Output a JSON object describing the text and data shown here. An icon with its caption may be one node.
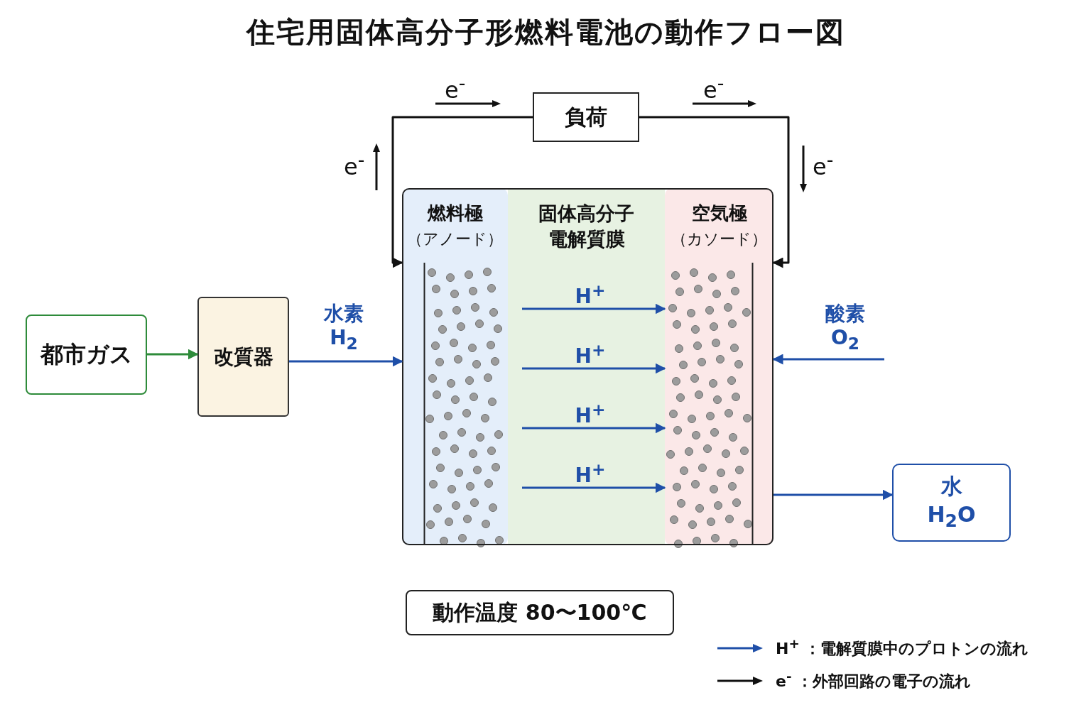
{
  "diagram": {
    "title": "住宅用固体高分子形燃料電池の動作フロー図",
    "nodes": [
      {
        "text": [
          "都市ガス"
        ]
      },
      {
        "text": [
          "改質器"
        ]
      },
      {
        "text": [
          "燃料極",
          "（アノード）"
        ]
      },
      {
        "text": [
          "固体高分子電解質膜"
        ]
      },
      {
        "text": [
          "空気極",
          "（カソード）"
        ]
      },
      {
        "text": [
          "負荷"
        ]
      },
      {
        "text": [
          "水",
          "H$_{2}$O"
        ]
      },
      {
        "text": [
          "動作温度 80〜100℃"
        ]
      }
    ],
    "edges": [
      {
        "from": 0,
        "to": 1,
        "arrow": "to",
        "color": "#2e8b3a"
      },
      {
        "from": 1,
        "to": 2,
        "arrow": "to",
        "label": "水素 H$_{2}$"
      },
      {
        "from": null,
        "to": 4,
        "arrow": "to",
        "label": "酸素 O$_{2}$"
      },
      {
        "from": 3,
        "to": 4,
        "arrow": "to",
        "label": "H$^{+}$"
      },
      {
        "from": 3,
        "to": 4,
        "arrow": "to",
        "label": "H$^{+}$"
      },
      {
        "from": 3,
        "to": 4,
        "arrow": "to",
        "label": "H$^{+}$"
      },
      {
        "from": 3,
        "to": 4,
        "arrow": "to",
        "label": "H$^{+}$"
      },
      {
        "from": 5,
        "to": 2,
        "arrow": "to",
        "color": "#111111"
      },
      {
        "from": 5,
        "to": 4,
        "arrow": "to",
        "color": "#111111"
      },
      {
        "from": 4,
        "to": 6,
        "arrow": "to"
      }
    ],
    "labels": [
      "e$^{-}$",
      "e$^{-}$",
      "e$^{-}$",
      "e$^{-}$"
    ],
    "legend": [
      {
        "text": "H$^{+}$ ：電解質膜中のプロトンの流れ"
      },
      {
        "text": "e$^{-}$ ：外部回路の電子の流れ"
      }
    ]
  }
}
